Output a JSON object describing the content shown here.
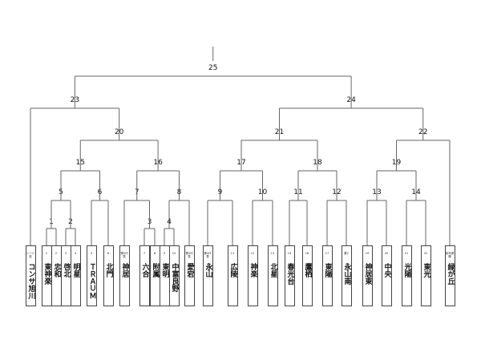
{
  "teams": [
    {
      "name": "コンサ旭川",
      "seed": "シード校"
    },
    {
      "name": "東神楽",
      "seed": "1"
    },
    {
      "name": "忠和",
      "seed": "2"
    },
    {
      "name": "啓北",
      "seed": "3"
    },
    {
      "name": "明星",
      "seed": "4"
    },
    {
      "name": "ＴＲＡＵＭ",
      "seed": "5"
    },
    {
      "name": "北門",
      "seed": "6"
    },
    {
      "name": "神居",
      "seed": "第5代表"
    },
    {
      "name": "六合",
      "seed": "7"
    },
    {
      "name": "附属",
      "seed": "8"
    },
    {
      "name": "東明",
      "seed": "9"
    },
    {
      "name": "中富良野",
      "seed": "10"
    },
    {
      "name": "愛宕",
      "seed": "第3代表"
    },
    {
      "name": "永山",
      "seed": "第4代表"
    },
    {
      "name": "広陵",
      "seed": "11"
    },
    {
      "name": "神楽",
      "seed": "12"
    },
    {
      "name": "北星",
      "seed": "13"
    },
    {
      "name": "春光台",
      "seed": "15"
    },
    {
      "name": "鷹栖",
      "seed": "16"
    },
    {
      "name": "東陽",
      "seed": "17"
    },
    {
      "name": "永山南",
      "seed": "第2"
    },
    {
      "name": "神居東",
      "seed": "19"
    },
    {
      "name": "中央",
      "seed": "20"
    },
    {
      "name": "光陽",
      "seed": "21"
    },
    {
      "name": "東光",
      "seed": "22"
    },
    {
      "name": "緑が丘",
      "seed": "前年優勝"
    }
  ],
  "matches": [
    {
      "label": "1",
      "a": 1,
      "b": 2
    },
    {
      "label": "2",
      "a": 3,
      "b": 4
    },
    {
      "label": "3",
      "a": 8,
      "b": 9
    },
    {
      "label": "4",
      "a": 10,
      "b": 11
    },
    {
      "label": "5",
      "a": "m1",
      "b": "m2"
    },
    {
      "label": "6",
      "a": 5,
      "b": 6
    },
    {
      "label": "7",
      "a": 7,
      "b": "m3"
    },
    {
      "label": "8",
      "a": "m4",
      "b": 12
    },
    {
      "label": "9",
      "a": 13,
      "b": 14
    },
    {
      "label": "10",
      "a": 15,
      "b": 16
    },
    {
      "label": "11",
      "a": 17,
      "b": 18
    },
    {
      "label": "12",
      "a": 19,
      "b": 20
    },
    {
      "label": "13",
      "a": 21,
      "b": 22
    },
    {
      "label": "14",
      "a": 23,
      "b": 24
    },
    {
      "label": "15",
      "a": "m5",
      "b": "m6"
    },
    {
      "label": "16",
      "a": "m7",
      "b": "m8"
    },
    {
      "label": "17",
      "a": "m9",
      "b": "m10"
    },
    {
      "label": "18",
      "a": "m11",
      "b": "m12"
    },
    {
      "label": "19",
      "a": "m13",
      "b": "m14"
    },
    {
      "label": "20",
      "a": "m15",
      "b": "m16"
    },
    {
      "label": "21",
      "a": "m17",
      "b": "m18"
    },
    {
      "label": "22",
      "a": "m19",
      "b": 25
    },
    {
      "label": "23",
      "a": 0,
      "b": "m20"
    },
    {
      "label": "24",
      "a": "m21",
      "b": "m22"
    },
    {
      "label": "25",
      "a": "m23",
      "b": "m24"
    }
  ]
}
